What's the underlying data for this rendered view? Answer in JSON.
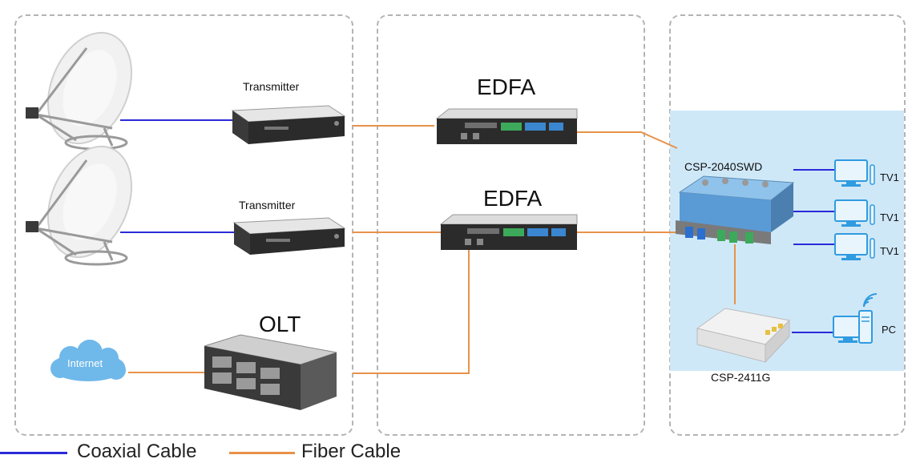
{
  "labels": {
    "transmitter_1": "Transmitter",
    "transmitter_2": "Transmitter",
    "edfa_1": "EDFA",
    "edfa_2": "EDFA",
    "olt": "OLT",
    "internet": "Internet",
    "node": "CSP-2040SWD",
    "ont": "CSP-2411G",
    "tv_1": "TV1",
    "tv_2": "TV1",
    "tv_3": "TV1",
    "pc": "PC"
  },
  "legend": {
    "coaxial": "Coaxial Cable",
    "fiber": "Fiber Cable"
  },
  "colors": {
    "coaxial": "#2a2ad8",
    "fiber": "#e8924a",
    "highlight": "#cfe8f8",
    "device": "#2b2b2b",
    "monitor": "#2f9be0"
  }
}
